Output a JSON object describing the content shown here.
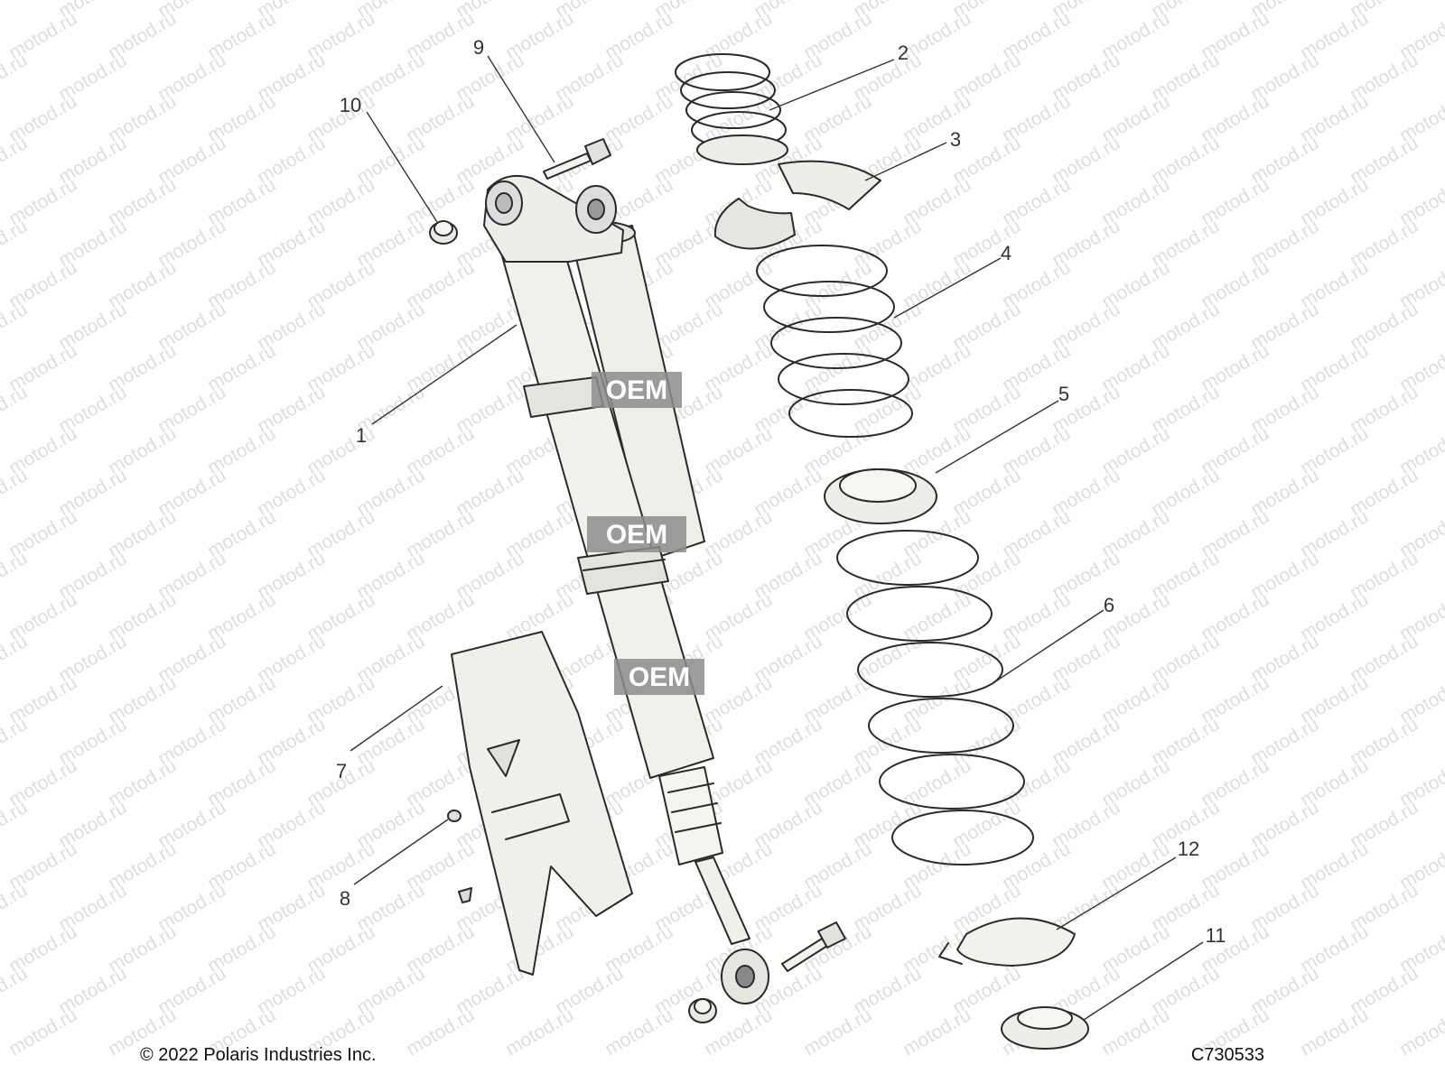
{
  "diagram": {
    "callouts": [
      {
        "label": "1"
      },
      {
        "label": "2"
      },
      {
        "label": "3"
      },
      {
        "label": "4"
      },
      {
        "label": "5"
      },
      {
        "label": "6"
      },
      {
        "label": "7"
      },
      {
        "label": "8"
      },
      {
        "label": "9"
      },
      {
        "label": "10"
      },
      {
        "label": "11"
      },
      {
        "label": "12"
      }
    ],
    "overlay_labels": [
      {
        "text": "OEM"
      },
      {
        "text": "OEM"
      },
      {
        "text": "OEM"
      }
    ],
    "watermark": "motod.ru"
  },
  "footer": {
    "copyright": "© 2022 Polaris Industries Inc.",
    "drawing_number": "C730533"
  }
}
